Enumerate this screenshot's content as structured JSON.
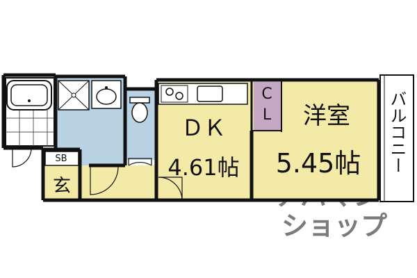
{
  "rooms": {
    "dk": {
      "name": "ＤＫ",
      "size": "4.61帖"
    },
    "western": {
      "name": "洋室",
      "size": "5.45帖"
    },
    "closet": {
      "line1": "C",
      "line2": "L"
    },
    "shoebox": "SB",
    "entrance": "玄",
    "balcony": "バルコニー"
  },
  "watermark": {
    "line1": "アパマン",
    "line2": "ショップ"
  },
  "colors": {
    "wall": "#111111",
    "floor_tan": "#f3eaa8",
    "wet_area": "#b9d3e4",
    "closet": "#c7a8c4",
    "entrance_floor": "#f3eaa8",
    "watermark": "#cccccc"
  }
}
